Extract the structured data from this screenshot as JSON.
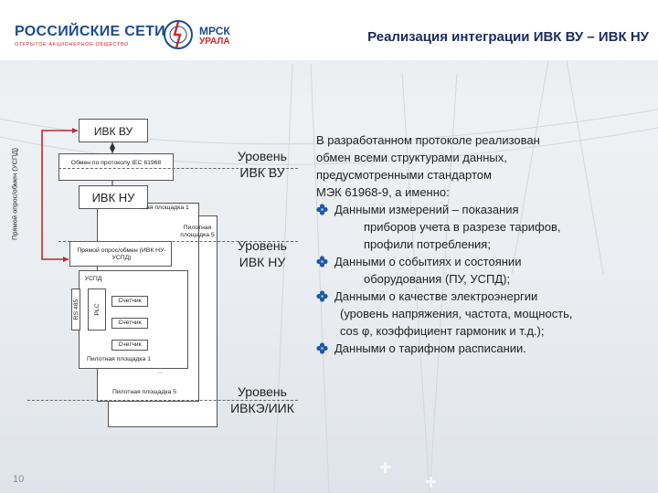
{
  "header": {
    "company_name": "РОССИЙСКИЕ СЕТИ",
    "company_sub": "ОТКРЫТОЕ АКЦИОНЕРНОЕ ОБЩЕСТВО",
    "logo2_top": "МРСК",
    "logo2_bottom": "УРАЛА",
    "title": "Реализация интеграции ИВК ВУ – ИВК НУ"
  },
  "diagram": {
    "ivk_vu": "ИВК ВУ",
    "ivk_nu": "ИВК НУ",
    "protocol": "Обмен по протоколу IEC 61968",
    "pilot5_a": "Пилотная площадка 5",
    "pilot1_a": "…ая площадка 1",
    "direct_poll_side": "Прямой опрос/обмен (УСПД)",
    "direct_poll_box": "Прямой опрос/обмен (ИВК НУ-УСПД)",
    "uspd": "УСПД",
    "rs485": "RS 485",
    "plc": "PLC",
    "meters": [
      "Счетчик",
      "Счетчик",
      "Счетчик"
    ],
    "pilot1_b": "Пилотная площадка 1",
    "ellipsis": "…",
    "pilot5_b": "Пилотная площадка 5",
    "level_vu": [
      "Уровень",
      "ИВК ВУ"
    ],
    "level_nu": [
      "Уровень",
      "ИВК НУ"
    ],
    "level_ivke": [
      "Уровень",
      "ИВКЭ/ИИК"
    ]
  },
  "text": {
    "intro": [
      "В разработанном протоколе реализован",
      "обмен всеми структурами данных,",
      "предусмотренными стандартом",
      "МЭК 61968-9, а именно:"
    ],
    "bullets": [
      [
        "Данными измерений – показания",
        "приборов учета в разрезе тарифов,",
        "профили потребления;"
      ],
      [
        "Данными о событиях и состоянии",
        "оборудования (ПУ, УСПД);"
      ],
      [
        "Данными о качестве электроэнергии",
        "(уровень напряжения, частота, мощность,",
        "cos φ, коэффициент гармоник и т.д.);"
      ],
      [
        "Данными о тарифном расписании."
      ]
    ]
  },
  "page_number": "10",
  "colors": {
    "title": "#1c2d62",
    "brand_blue": "#1c4c8e",
    "brand_red": "#d7262d",
    "bullet": "#1c5aa6"
  }
}
